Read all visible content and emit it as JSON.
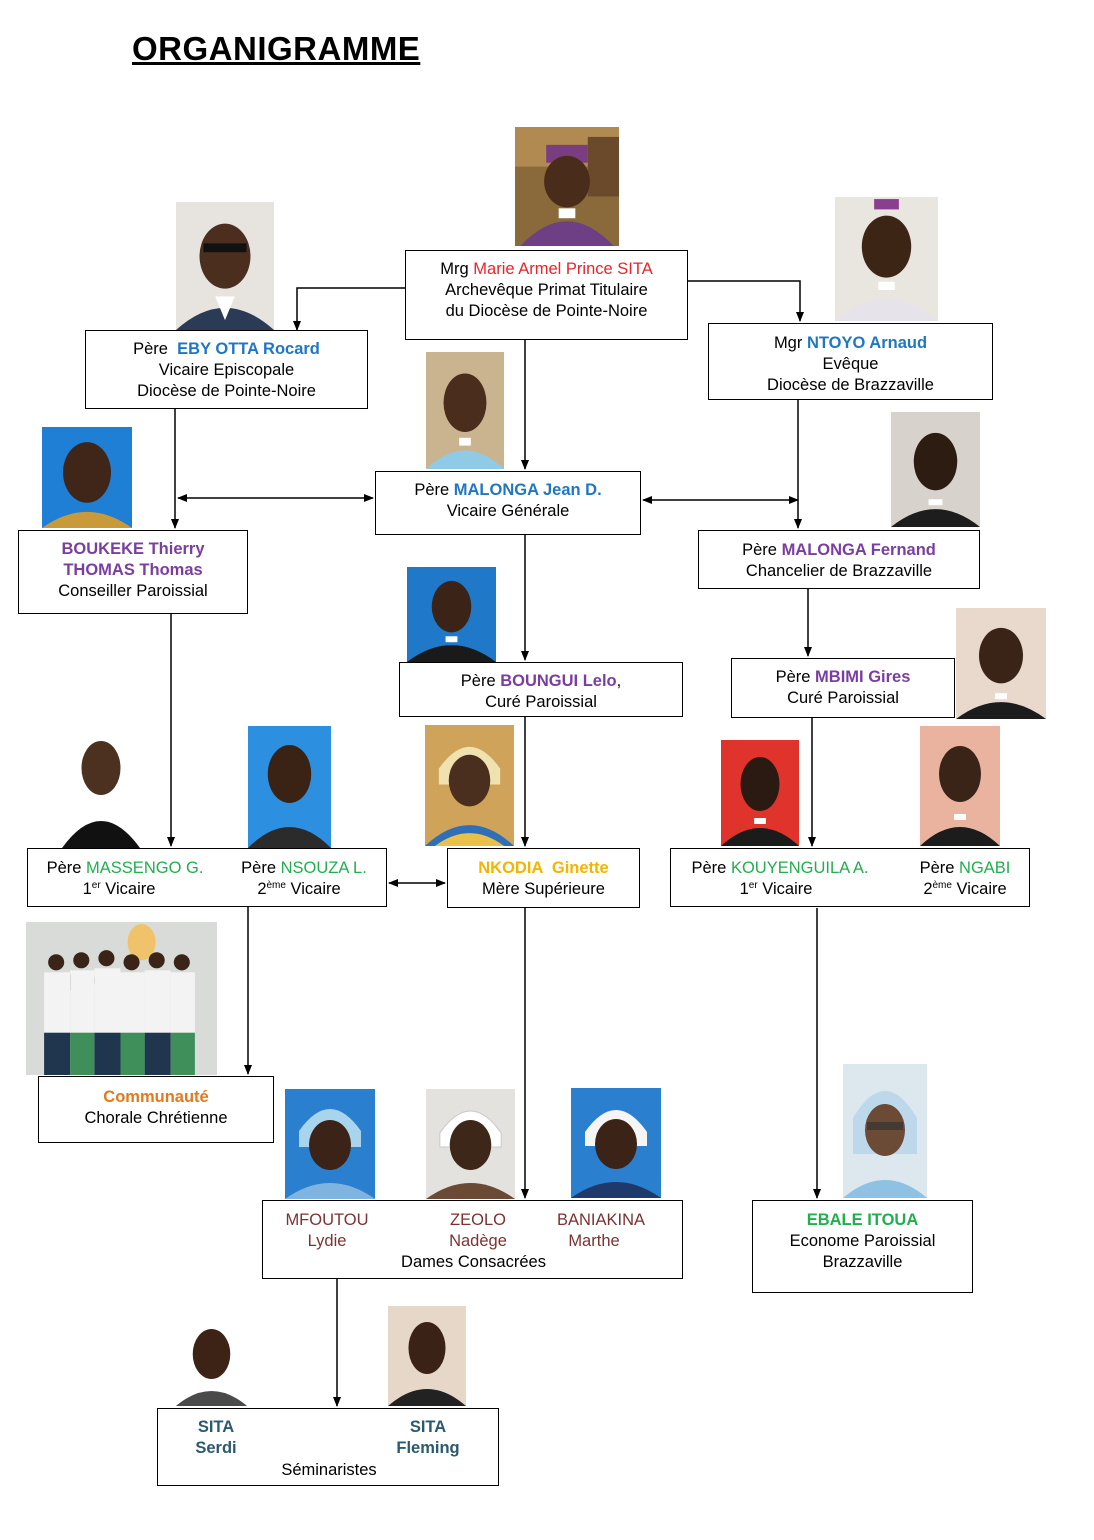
{
  "title": "ORGANIGRAMME",
  "colors": {
    "red": "#e8242c",
    "blue": "#1f77c4",
    "purple": "#7a3ea0",
    "green": "#22ae4e",
    "gold": "#f5b400",
    "orange": "#e3791c",
    "brown": "#7c3232",
    "teal": "#2b5a6e"
  },
  "nodes": {
    "archbishop": {
      "prefix": "Mrg",
      "name": "Marie Armel Prince SITA",
      "line2": "Archevêque Primat Titulaire",
      "line3": "du Diocèse de Pointe-Noire"
    },
    "vicaire_episcopal": {
      "prefix": "Père",
      "name": "EBY OTTA Rocard",
      "line2": "Vicaire Episcopale",
      "line3": "Diocèse de Pointe-Noire"
    },
    "bishop_brazzaville": {
      "prefix": "Mgr",
      "name": "NTOYO Arnaud",
      "line2": "Evêque",
      "line3": "Diocèse de  Brazzaville"
    },
    "vicaire_general": {
      "prefix": "Père",
      "name": "MALONGA Jean D.",
      "line2": "Vicaire Générale"
    },
    "conseiller": {
      "name1": "BOUKEKE Thierry",
      "name2": "THOMAS Thomas",
      "line3": "Conseiller Paroissial"
    },
    "chancelier": {
      "prefix": "Père",
      "name": "MALONGA Fernand",
      "line2": "Chancelier de Brazzaville"
    },
    "cure_boungui": {
      "prefix": "Père",
      "name": "BOUNGUI Lelo",
      "suffix": ",",
      "line2": "Curé Paroissial"
    },
    "cure_mbimi": {
      "prefix": "Père",
      "name": "MBIMI Gires",
      "line2": "Curé Paroissial"
    },
    "vicaires_left": {
      "a": {
        "prefix": "Père",
        "name": "MASSENGO G.",
        "num": "1",
        "sup": "er",
        "role": "Vicaire"
      },
      "b": {
        "prefix": "Père",
        "name": "NSOUZA L.",
        "num": "2",
        "sup": "ème",
        "role": "Vicaire"
      }
    },
    "mere_superieure": {
      "name": "NKODIA  Ginette",
      "line2": "Mère Supérieure"
    },
    "vicaires_right": {
      "a": {
        "prefix": "Père",
        "name": "KOUYENGUILA A.",
        "num": "1",
        "sup": "er",
        "role": "Vicaire"
      },
      "b": {
        "prefix": "Père",
        "name": "NGABI",
        "num": "2",
        "sup": "ème",
        "role": "Vicaire"
      }
    },
    "communaute": {
      "name": "Communauté",
      "line2": "Chorale Chrétienne"
    },
    "dames": {
      "p1a": "MFOUTOU",
      "p1b": "Lydie",
      "p2a": "ZEOLO",
      "p2b": "Nadège",
      "p3a": "BANIAKINA",
      "p3b": "Marthe",
      "line3": "Dames Consacrées"
    },
    "econome": {
      "name": "EBALE ITOUA",
      "line2": "Econome Paroissial",
      "line3": "Brazzaville"
    },
    "seminaristes": {
      "p1a": "SITA",
      "p1b": "Serdi",
      "p2a": "SITA",
      "p2b": "Fleming",
      "line3": "Séminaristes"
    }
  }
}
